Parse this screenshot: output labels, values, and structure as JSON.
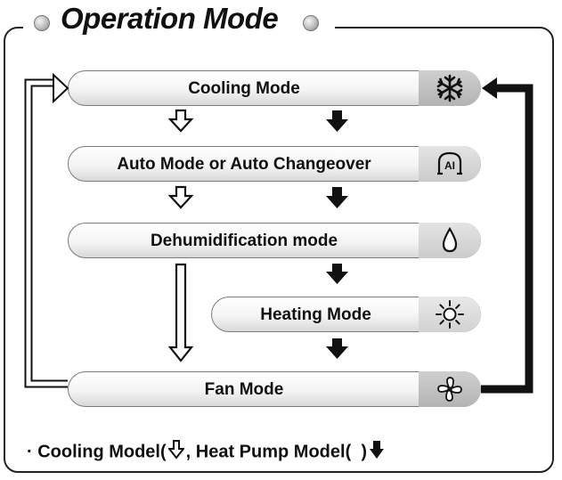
{
  "title": "Operation Mode",
  "modes": {
    "cooling": {
      "label": "Cooling Mode",
      "icon": "snowflake-icon"
    },
    "auto": {
      "label": "Auto Mode or Auto Changeover",
      "icon": "auto-ai-icon"
    },
    "dehumid": {
      "label": "Dehumidification mode",
      "icon": "water-drop-icon"
    },
    "heating": {
      "label": "Heating Mode",
      "icon": "sun-icon"
    },
    "fan": {
      "label": "Fan Mode",
      "icon": "fan-icon"
    }
  },
  "legend": {
    "bullet": "·",
    "cooling_text": "Cooling Model(",
    "heatpump_text": ", Heat Pump Model(",
    "close": ")"
  },
  "colors": {
    "pill_cap": "#b3b3b3",
    "arrow_solid": "#111111",
    "arrow_hollow": "#ffffff"
  }
}
